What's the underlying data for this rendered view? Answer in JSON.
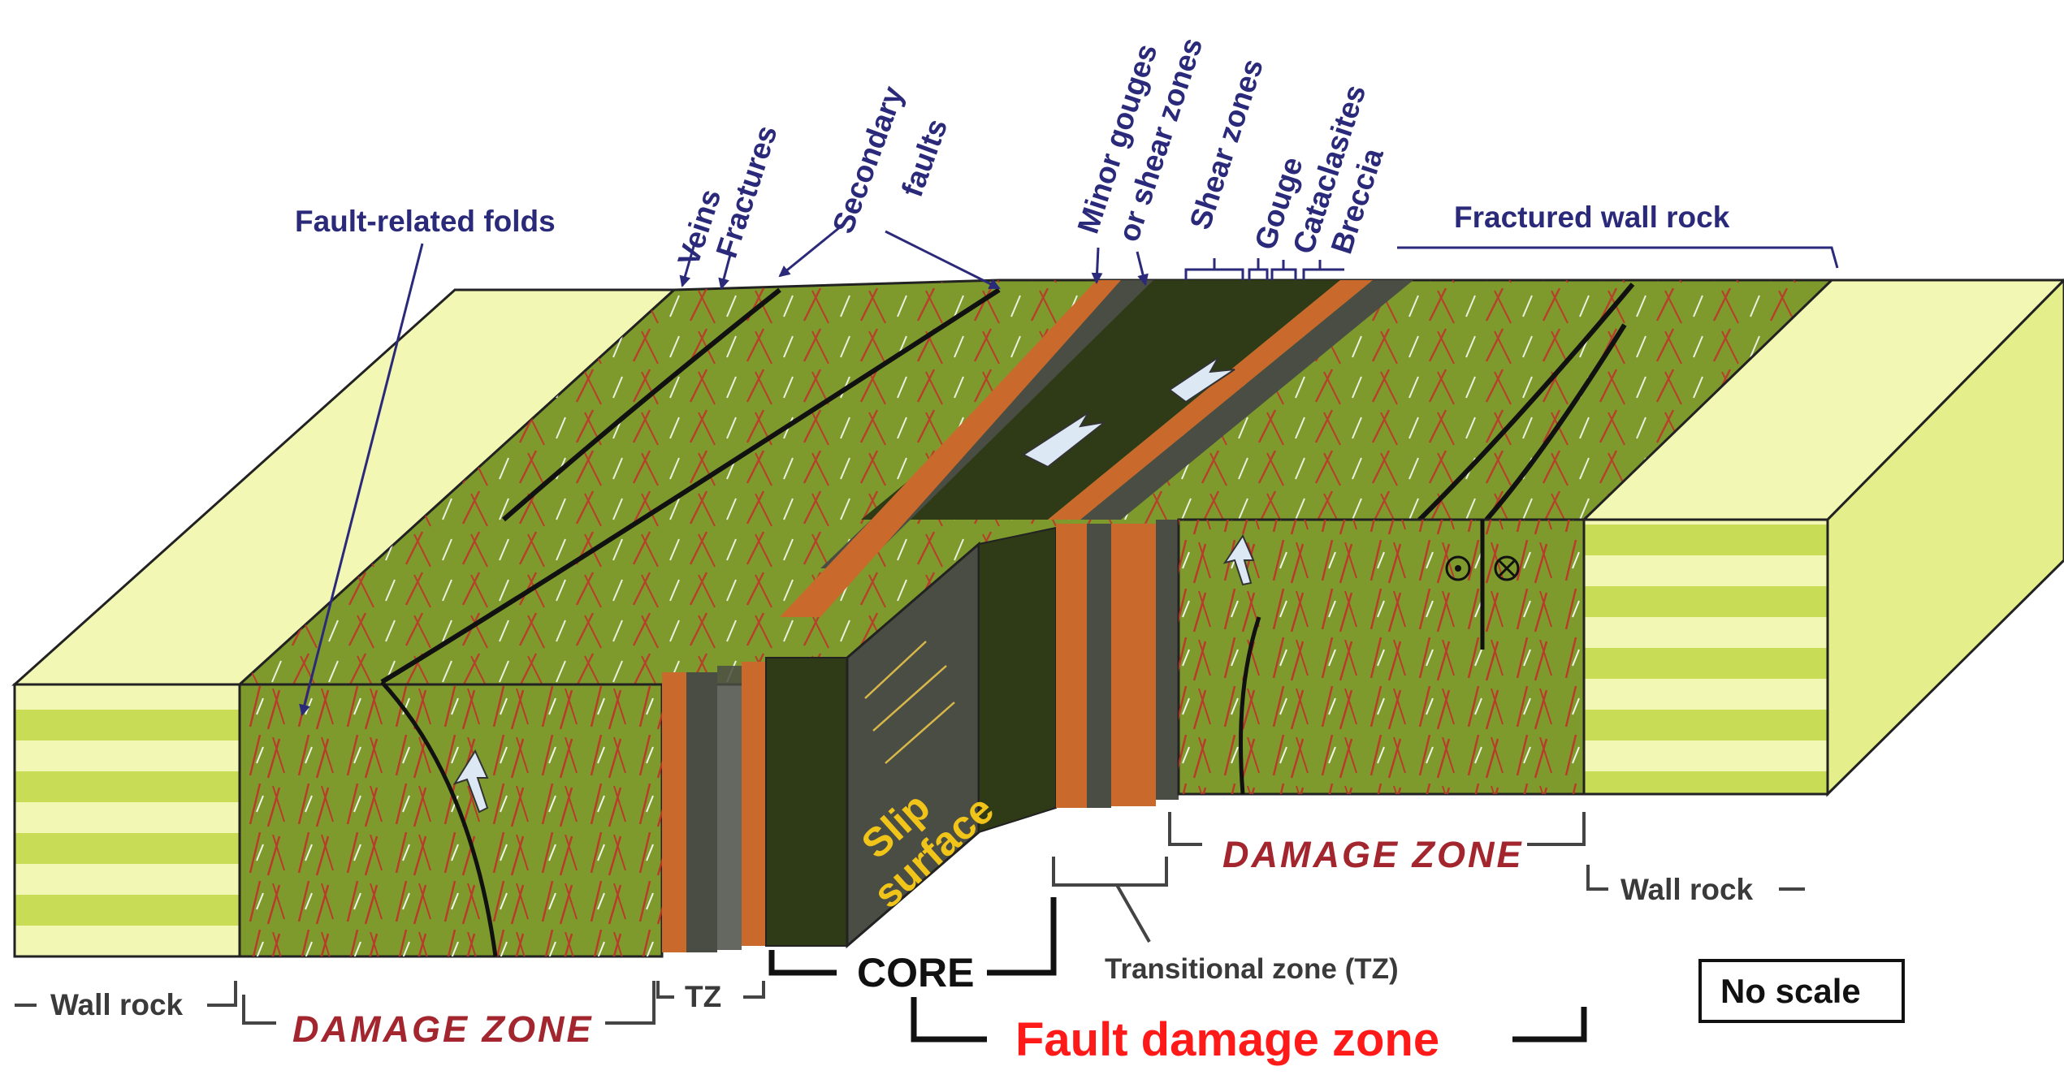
{
  "labels": {
    "fault_related_folds": "Fault-related  folds",
    "veins": "Veins",
    "fractures": "Fractures",
    "secondary_1": "Secondary",
    "secondary_2": "faults",
    "minor_1": "Minor gouges",
    "minor_2": "or shear zones",
    "shear_zones": "Shear zones",
    "gouge": "Gouge",
    "cataclasites": "Cataclasites",
    "breccia": "Breccia",
    "fractured_wall_rock": "Fractured  wall rock",
    "damage_zone_left": "DAMAGE  ZONE",
    "damage_zone_right": "DAMAGE  ZONE",
    "wall_rock_left": "Wall rock",
    "wall_rock_right": "Wall rock",
    "tz": "TZ",
    "core": "CORE",
    "transitional_zone": "Transitional zone (TZ)",
    "fault_damage_zone": "Fault damage zone",
    "slip_1": "Slip",
    "slip_2": "surface",
    "no_scale": "No scale"
  },
  "colors": {
    "wall_rock_light": "#f2f7b4",
    "wall_rock_band": "#c9dc55",
    "damage_green": "#7e9a2c",
    "damage_green_dark": "#55711e",
    "core_dark": "#2f3a16",
    "gouge_gray": "#4a4d44",
    "fracture_red": "#c0302a",
    "orange_band": "#c96a2c",
    "slip_text": "#f0c419",
    "label_blue": "#2b2a7a",
    "damage_zone_text": "#a3262e",
    "fault_damage_zone_text": "#ff1a1a"
  },
  "icons": [
    "slip-arrow-icon",
    "out-of-page-symbol-icon",
    "into-page-symbol-icon"
  ]
}
